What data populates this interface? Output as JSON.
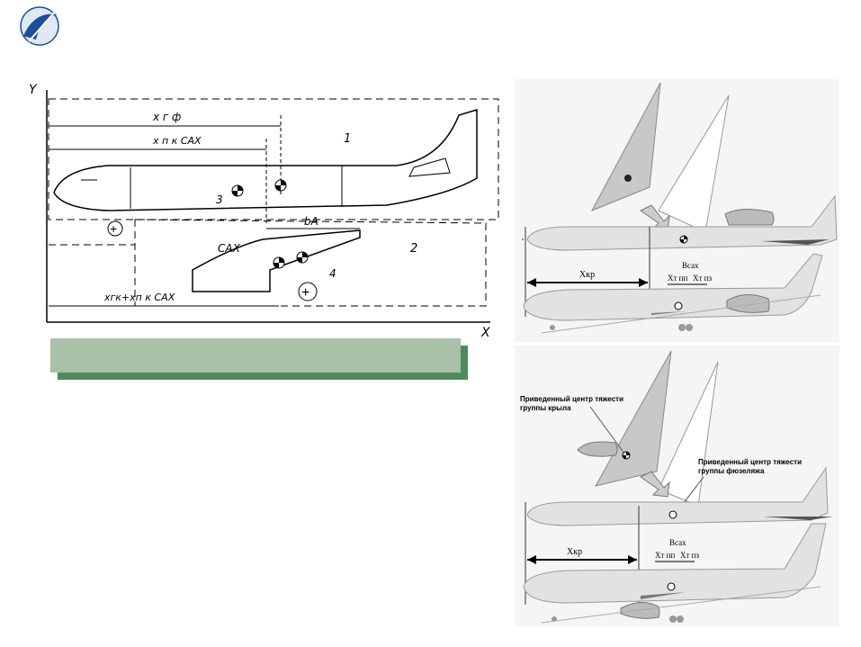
{
  "logo": {
    "name": "logo-emblem"
  },
  "left_figure": {
    "axis_y": "Y",
    "axis_x": "X",
    "label_x_gf": "x г ф",
    "label_x_pk_sax": "x п к САХ",
    "label_region_1": "1",
    "label_region_2": "2",
    "label_point_3": "3",
    "label_point_4": "4",
    "label_sax": "САХ",
    "label_ba": "bA",
    "label_bottom_dim": "xгк+xп к САХ",
    "plus_sign": "+"
  },
  "caption": {
    "text": ""
  },
  "right_top": {
    "label_xkr": "Xкр",
    "label_bsax": "Bсах",
    "label_xtpp": "Xт пп",
    "label_xtpz": "Xт пз"
  },
  "right_bottom": {
    "label_wing_cg": [
      "Приведенный центр тяжести",
      "группы крыла"
    ],
    "label_fus_cg": [
      "Приведенный центр тяжести",
      "группы фюзеляжа"
    ],
    "label_xkr": "Xкр",
    "label_bsax": "Bсах",
    "label_xtpp": "Xт пп",
    "label_xtpz": "Xт пз"
  },
  "colors": {
    "caption_bg": "#a9c0a9",
    "caption_shadow": "#4f8a5a",
    "logo_blue": "#1b4f9c"
  }
}
